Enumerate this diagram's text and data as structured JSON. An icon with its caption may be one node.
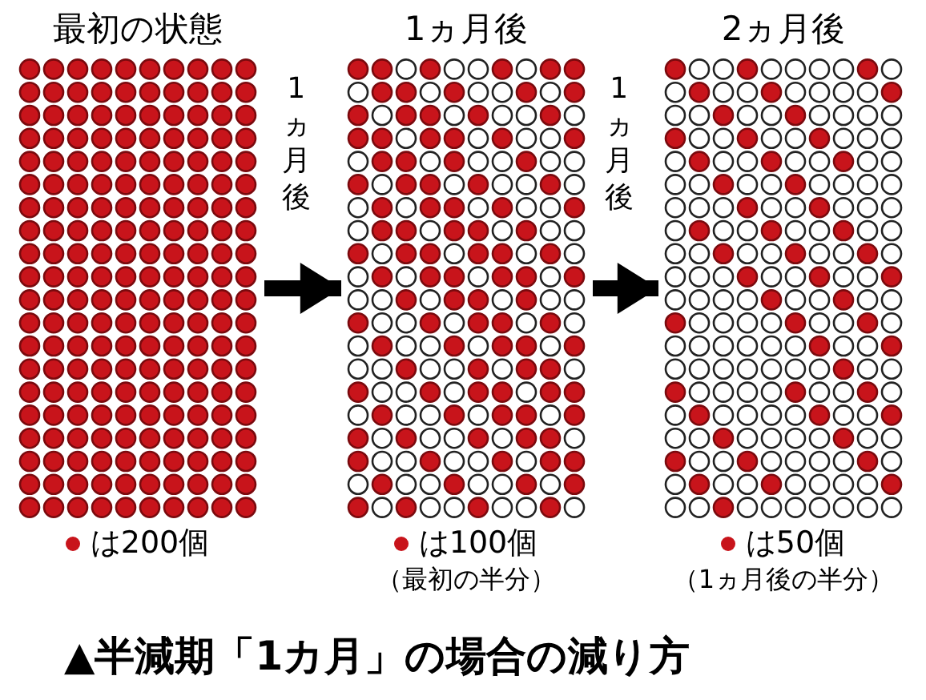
{
  "diagram": {
    "caption": "▲半減期「1カ月」の場合の減り方",
    "nodes": [
      {
        "text": [
          "最初の状態",
          "は200個"
        ]
      },
      {
        "text": [
          "1ヵ月後",
          "は100個",
          "（最初の半分）"
        ]
      },
      {
        "text": [
          "2ヵ月後",
          "は50個",
          "（1ヵ月後の半分）"
        ]
      }
    ],
    "edges": [
      {
        "from": 0,
        "to": 1,
        "arrow": "to",
        "label": "1ヵ月後"
      },
      {
        "from": 1,
        "to": 2,
        "arrow": "to",
        "label": "1ヵ月後"
      }
    ]
  }
}
